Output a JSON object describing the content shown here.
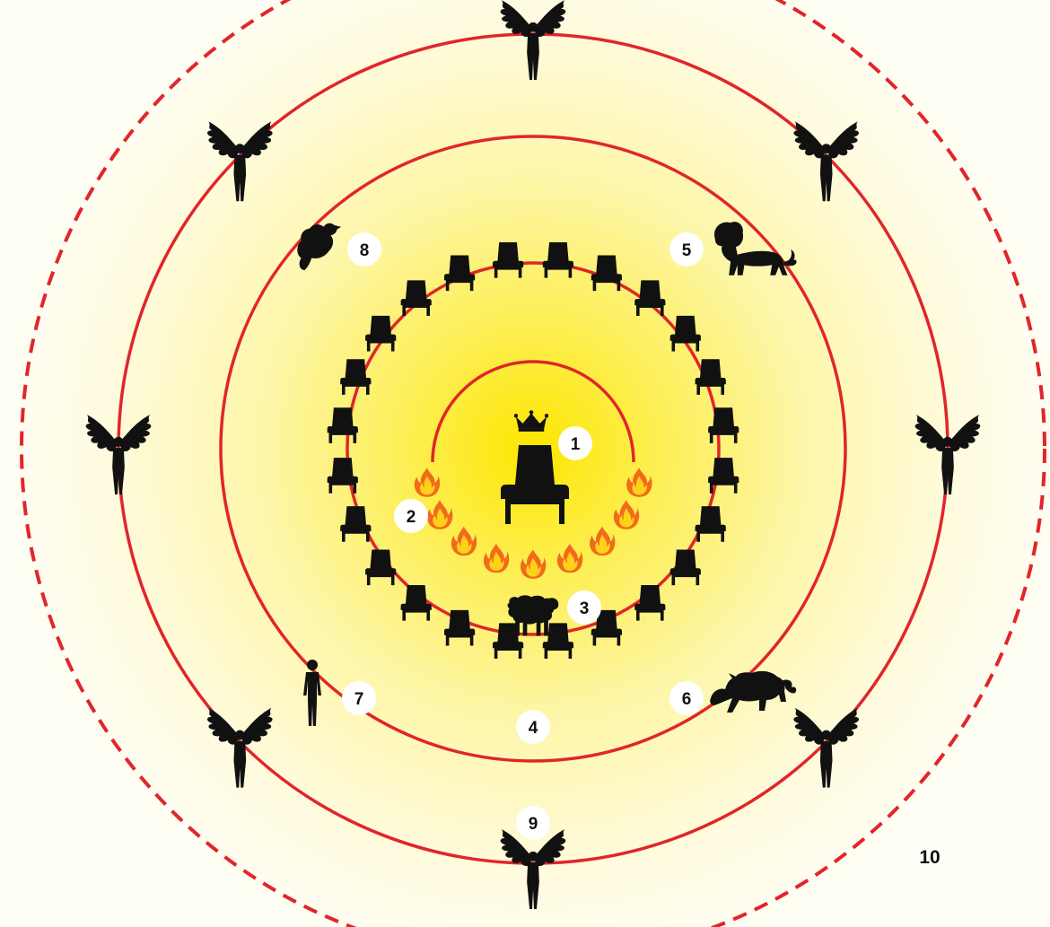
{
  "labels": {
    "one": "1",
    "two": "2",
    "three": "3",
    "four": "4",
    "five": "5",
    "six": "6",
    "seven": "7",
    "eight": "8",
    "nine": "9",
    "ten": "10"
  },
  "figure_counts": {
    "elder_seats": 24,
    "angels": 8,
    "flames": 9
  },
  "colors": {
    "ring": "#e0262b",
    "glow_center": "#fde600",
    "glow_outer": "#fffdf0",
    "silhouette": "#111111",
    "badge": "#ffffff",
    "flame_outer": "#f26a1b",
    "flame_inner": "#ffd21a"
  },
  "icons": {
    "throne": "throne-icon",
    "crown": "crown-icon",
    "fire": "fire-icon",
    "lamb": "lamb-icon",
    "seat": "seat-icon",
    "lion": "lion-icon",
    "ox": "ox-icon",
    "man": "man-icon",
    "eagle": "eagle-icon",
    "angel": "angel-icon"
  }
}
